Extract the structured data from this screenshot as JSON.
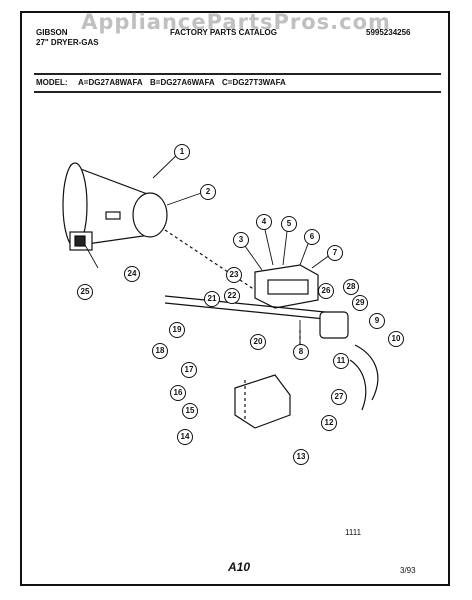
{
  "watermark": "AppliancePartsPros.com",
  "header": {
    "brand": "GIBSON",
    "product": "27\" DRYER-GAS",
    "catalog_title": "FACTORY PARTS CATALOG",
    "catalog_number": "5995234256"
  },
  "models": {
    "label": "MODEL:",
    "a": "A=DG27A8WAFA",
    "b": "B=DG27A6WAFA",
    "c": "C=DG27T3WAFA"
  },
  "callouts": [
    "1",
    "2",
    "3",
    "4",
    "5",
    "6",
    "7",
    "8",
    "9",
    "10",
    "11",
    "12",
    "13",
    "14",
    "15",
    "16",
    "17",
    "18",
    "19",
    "20",
    "21",
    "22",
    "23",
    "24",
    "25",
    "26",
    "27",
    "28",
    "29"
  ],
  "footer": {
    "figure_code": "1111",
    "page": "A10",
    "date": "3/93"
  }
}
